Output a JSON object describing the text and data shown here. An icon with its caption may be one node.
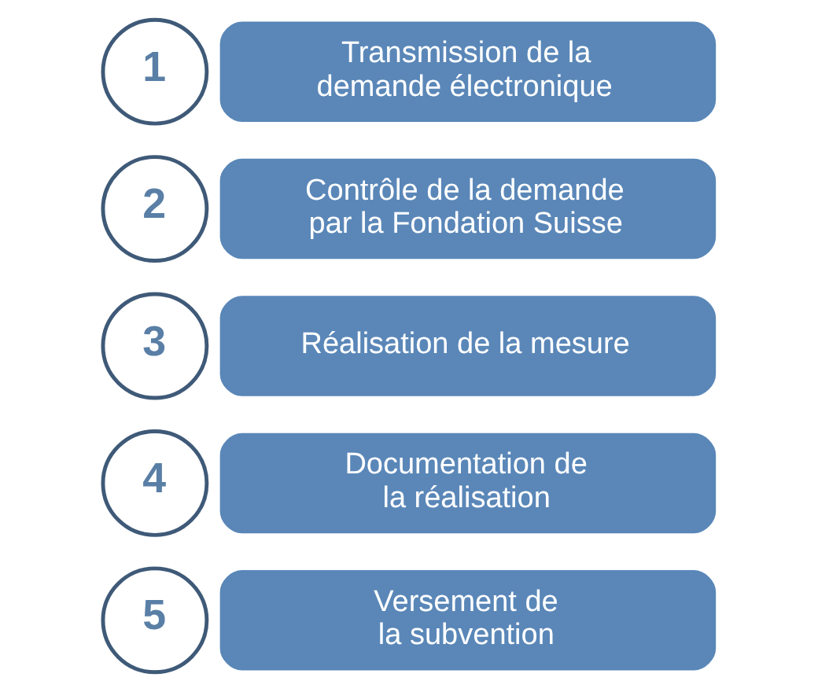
{
  "diagram": {
    "nodes": [
      {
        "text": [
          "1"
        ]
      },
      {
        "text": [
          "Transmission de la demande électronique"
        ]
      },
      {
        "text": [
          "2"
        ]
      },
      {
        "text": [
          "Contrôle de la demande par la Fondation Suisse"
        ]
      },
      {
        "text": [
          "3"
        ]
      },
      {
        "text": [
          "Réalisation de la mesure"
        ]
      },
      {
        "text": [
          "4"
        ]
      },
      {
        "text": [
          "Documentation de la réalisation"
        ]
      },
      {
        "text": [
          "5"
        ]
      },
      {
        "text": [
          "Versement de la subvention"
        ]
      }
    ]
  }
}
